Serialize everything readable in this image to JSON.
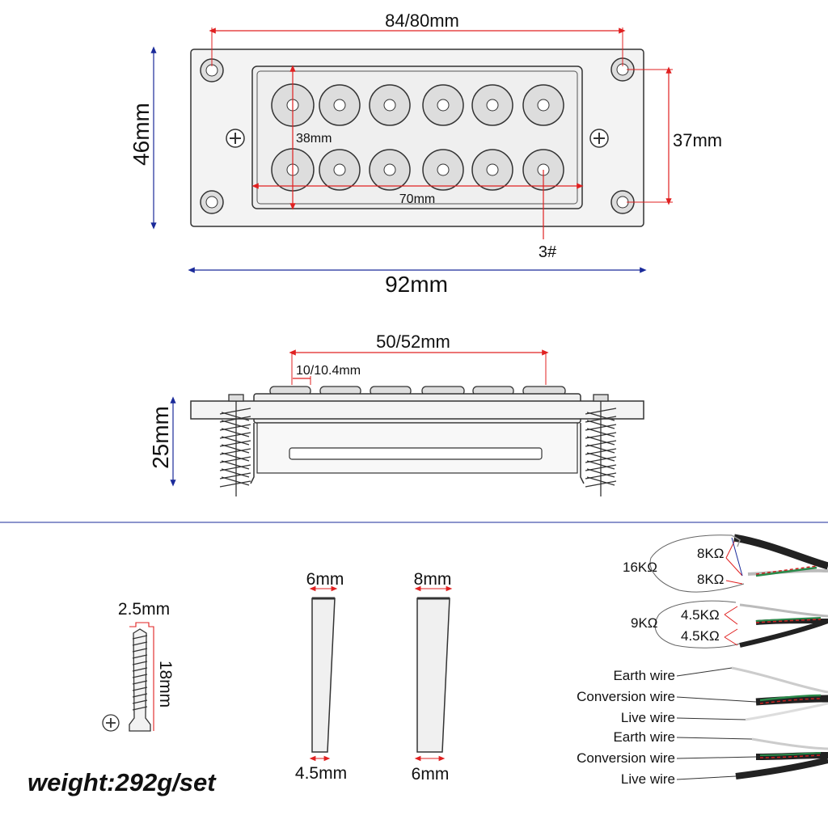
{
  "top_view": {
    "top_width": "84/80mm",
    "height_left": "46mm",
    "height_right": "37mm",
    "inner_height": "38mm",
    "inner_width": "70mm",
    "magnet_ref": "3#",
    "total_width": "92mm"
  },
  "side_view": {
    "pole_span": "50/52mm",
    "pole_width": "10/10.4mm",
    "height": "25mm"
  },
  "screw": {
    "diameter": "2.5mm",
    "length": "18mm"
  },
  "wedges": {
    "left_top": "6mm",
    "left_bottom": "4.5mm",
    "right_top": "8mm",
    "right_bottom": "6mm"
  },
  "wiring": {
    "group1_total": "16KΩ",
    "group1_coil_a": "8KΩ",
    "group1_coil_b": "8KΩ",
    "group2_total": "9KΩ",
    "group2_coil_a": "4.5KΩ",
    "group2_coil_b": "4.5KΩ",
    "labels": [
      "Earth wire",
      "Conversion wire",
      "Live wire",
      "Earth wire",
      "Conversion wire",
      "Live wire"
    ]
  },
  "weight": "weight:292g/set",
  "colors": {
    "dimension_red": "#e02020",
    "dimension_blue": "#1a2a9a",
    "outline": "#333333",
    "plate": "#f2f2f2",
    "pole": "#dcdcdc"
  }
}
